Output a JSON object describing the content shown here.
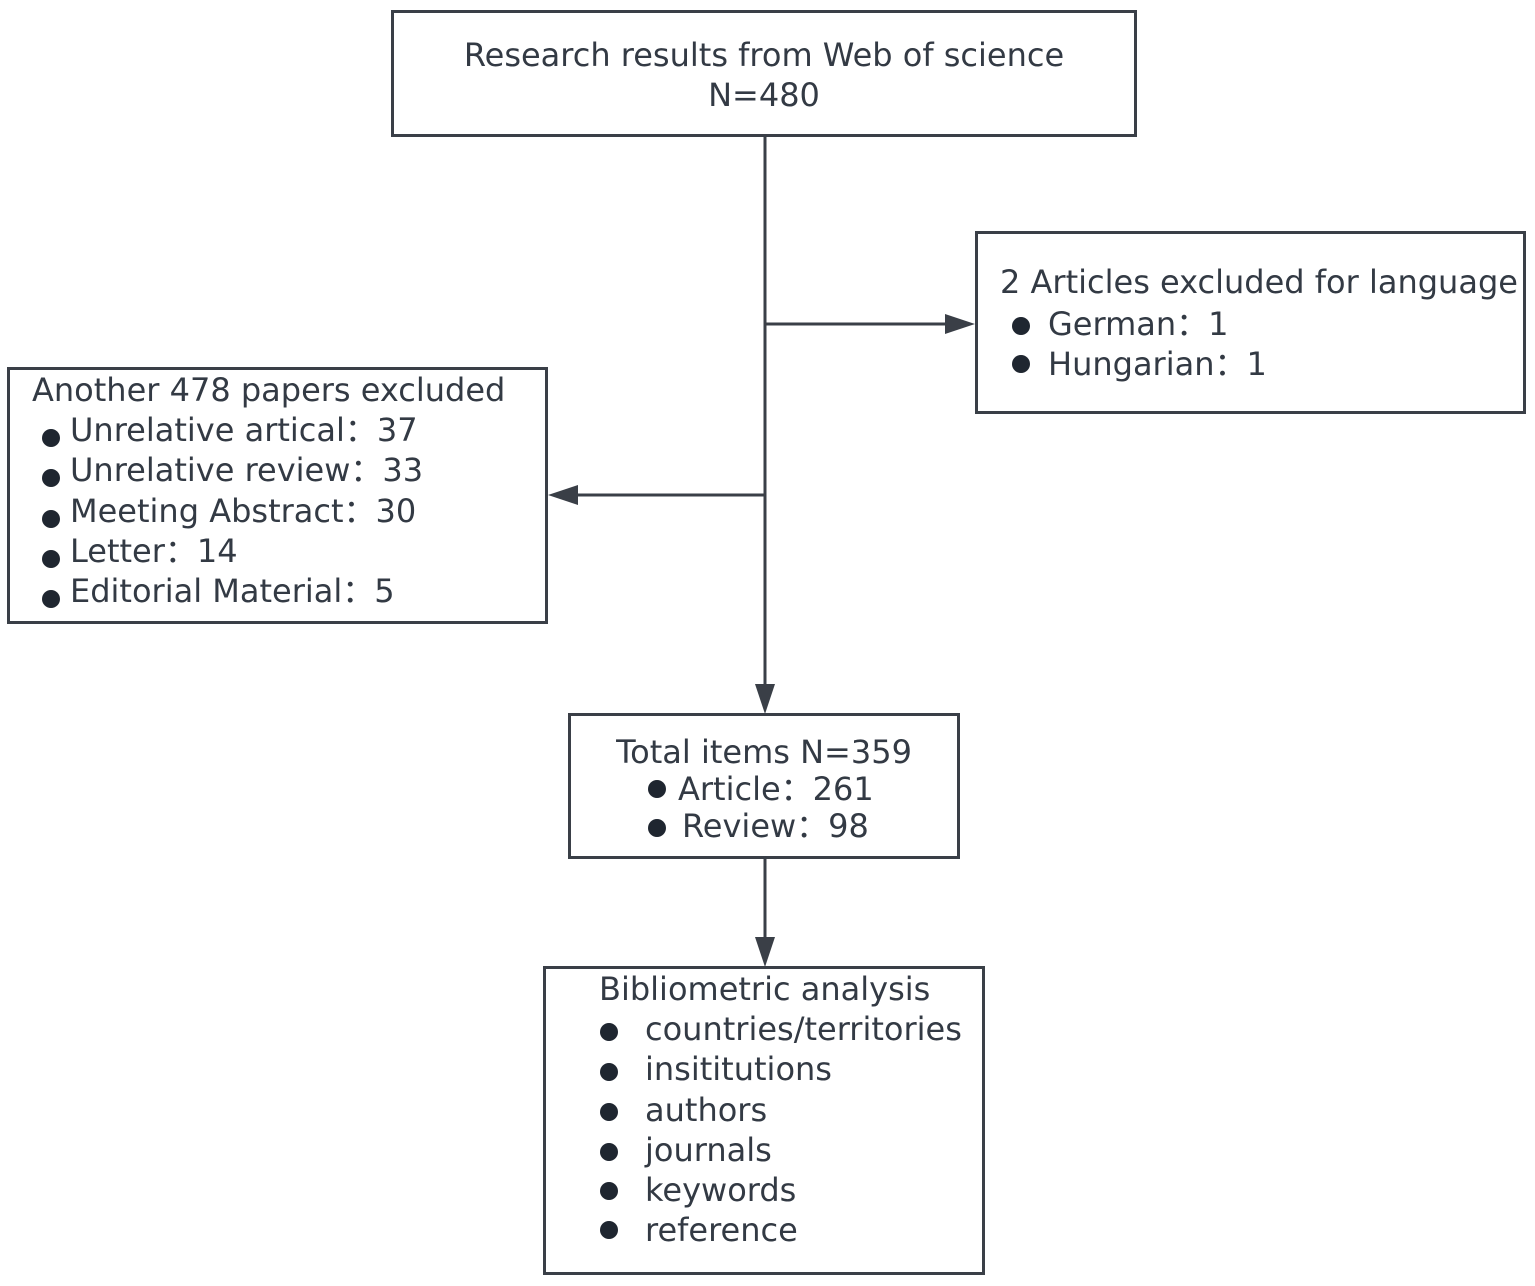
{
  "source": {
    "line1": "Research results from Web of science",
    "line2": "N=480"
  },
  "language_exclusion": {
    "title": "2 Articles excluded for language",
    "items": [
      "German：1",
      "Hungarian：1"
    ]
  },
  "type_exclusion": {
    "title": "Another 478 papers excluded",
    "items": [
      "Unrelative artical：37",
      "Unrelative review：33",
      "Meeting Abstract：30",
      "Letter：14",
      "Editorial Material：5"
    ]
  },
  "total": {
    "title": "Total items N=359",
    "items": [
      "Article：261",
      "Review：98"
    ]
  },
  "analysis": {
    "title": "Bibliometric analysis",
    "items": [
      "countries/territories",
      "insititutions",
      "authors",
      "journals",
      "keywords",
      "reference"
    ]
  }
}
